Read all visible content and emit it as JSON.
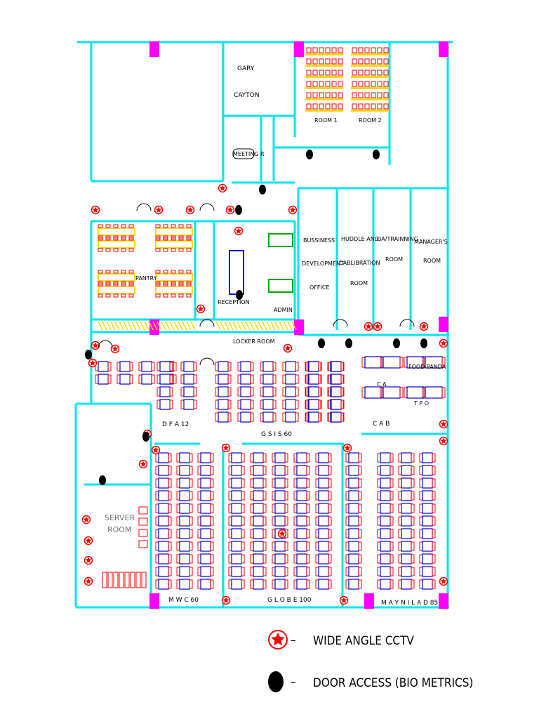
{
  "rooms": {
    "gary": "GARY",
    "cayton": "CAYTON",
    "meeting": "MEETING R",
    "room1": "ROOM 1",
    "room2": "ROOM 2",
    "pantry": "PANTRY",
    "reception": "RECEPTION",
    "admin": "ADMIN",
    "bdo_1": "BUSSINESS",
    "bdo_2": "DEVELOPMENT",
    "bdo_3": "OFFICE",
    "huddle_1": "HUDDLE AND",
    "huddle_2": "CABLIBRATION",
    "huddle_3": "ROOM",
    "qa_1": "QA/TRAINNING",
    "qa_2": "ROOM",
    "mgr_1": "MANAGER'S",
    "mgr_2": "ROOM",
    "locker": "LOCKER ROOM",
    "server_1": "SERVER",
    "server_2": "ROOM",
    "foodpanda": "FOOD PANDA",
    "tpo": "T P O",
    "cab_top": "C A",
    "dfa": "D F A  12",
    "gsis": "G S I S  60",
    "cab": "C A B",
    "mwc": "M W C  60",
    "globe": "G L O B E  100",
    "maynilad": "M A Y N I L A D  85"
  },
  "legend": {
    "dash1": "–",
    "cctv": "WIDE ANGLE CCTV",
    "dash2": "–",
    "door": "DOOR ACCESS (BIO METRICS)"
  },
  "colors": {
    "wall": "#00e5ee",
    "pillar": "#ff00ff",
    "chair": "#ff0000",
    "desk": "#0000cc",
    "pantry_table": "#ffd700",
    "door_access": "#000000"
  }
}
